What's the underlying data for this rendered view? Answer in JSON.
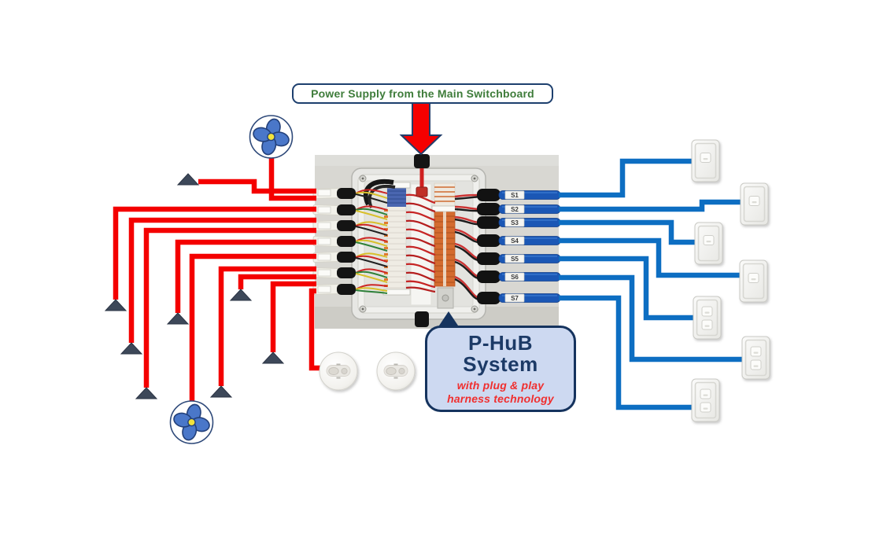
{
  "banner": {
    "text": "Power Supply from the Main Switchboard"
  },
  "callout": {
    "title_line1": "P-HuB",
    "title_line2": "System",
    "subtitle_line1": "with plug & play",
    "subtitle_line2": "harness technology"
  },
  "switches": {
    "labels": [
      "S1",
      "S2",
      "S3",
      "S4",
      "S5",
      "S6",
      "S7"
    ]
  },
  "icons": {
    "fan_icon": "four-petal ceiling fan in circle",
    "light_point_icon": "dark triangle wire terminal",
    "downlight_icon": "round white ceiling light fitting",
    "switch_icon": "white wall switch plate"
  },
  "colors": {
    "wire_red": "#f40000",
    "wire_blue": "#0d6ec2",
    "banner_text_green": "#3e7c3a",
    "callout_fill": "#cdd9f1",
    "callout_navy": "#1c3a66",
    "callout_red": "#f02f2f",
    "terminal_triangle": "#3d4859"
  }
}
